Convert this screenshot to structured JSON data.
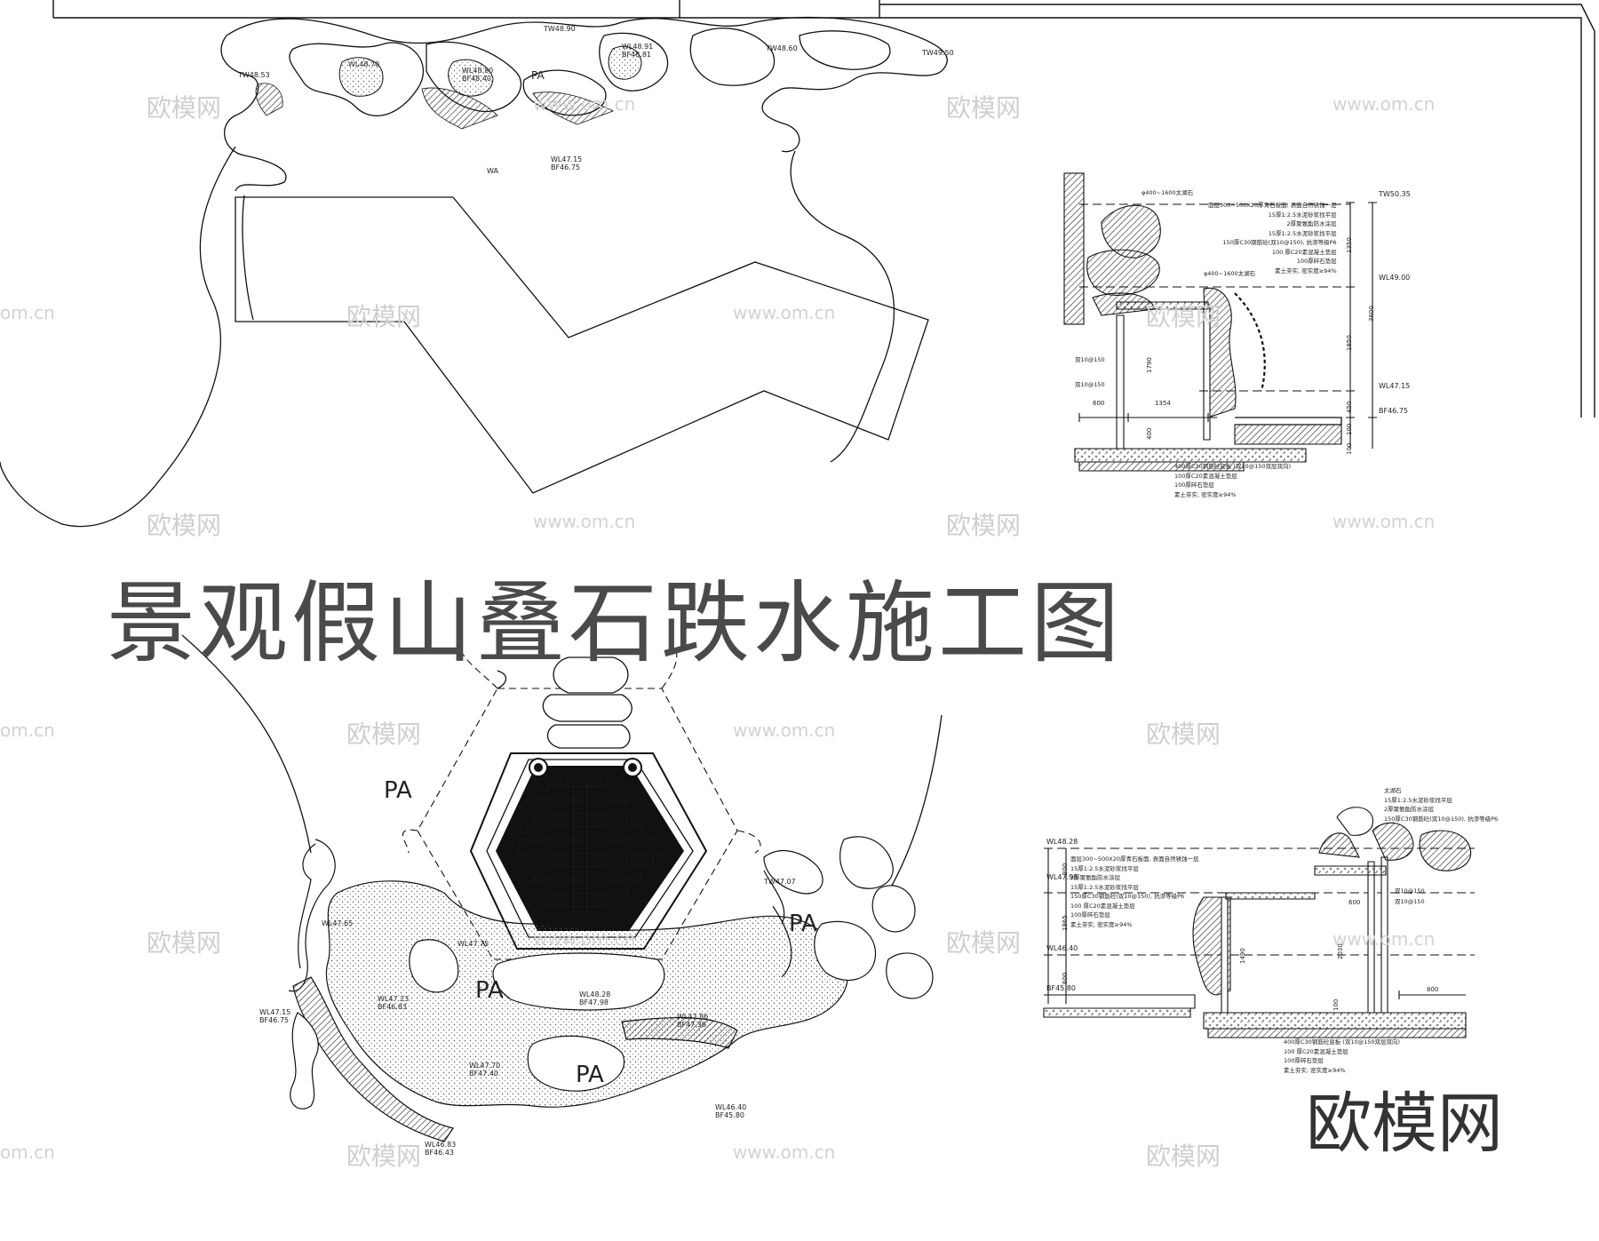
{
  "title": "景观假山叠石跌水施工图",
  "brand": "欧模网",
  "watermark": {
    "cn": "欧模网",
    "url": "www.om.cn",
    "url_short": "om.cn"
  },
  "plan_top": {
    "pa_label": "PA",
    "wa_label": "WA",
    "center_level": {
      "wl": "WL47.15",
      "bf": "BF46.75"
    },
    "levels": [
      {
        "wl": "TW48.53",
        "bf": ""
      },
      {
        "wl": "WL48.70",
        "bf": ""
      },
      {
        "wl": "WL48.80",
        "bf": "BF48.40"
      },
      {
        "wl": "WL48.91",
        "bf": "BF48.81"
      },
      {
        "wl": "TW48.90",
        "bf": ""
      },
      {
        "wl": "TW48.60",
        "bf": ""
      },
      {
        "wl": "TW49.50",
        "bf": ""
      }
    ]
  },
  "plan_bottom": {
    "pa_labels": [
      "PA",
      "PA",
      "PA",
      "PA"
    ],
    "levels": [
      {
        "wl": "WL47.65",
        "bf": ""
      },
      {
        "wl": "WL47.75",
        "bf": ""
      },
      {
        "wl": "WL47.23",
        "bf": "BF46.83"
      },
      {
        "wl": "WL48.28",
        "bf": "BF47.98"
      },
      {
        "wl": "WL47.86",
        "bf": "BF47.36"
      },
      {
        "wl": "WL47.70",
        "bf": "BF47.40"
      },
      {
        "wl": "WL47.15",
        "bf": "BF46.75"
      },
      {
        "wl": "WL46.83",
        "bf": "BF46.43"
      },
      {
        "wl": "WL46.40",
        "bf": "BF45.80"
      },
      {
        "wl": "TW47.07",
        "bf": ""
      }
    ]
  },
  "section_a": {
    "top_note": "φ400~1600太湖石",
    "mid_note": "φ400~1600太湖石",
    "notes": [
      "面层300~500X20厚青石板面, 表面自然锈蚀一层",
      "15厚1:2.5水泥砂浆找平层",
      "2厚聚氨酯防水涂层",
      "15厚1:2.5水泥砂浆找平层",
      "150厚C30钢筋砼(双10@150), 抗渗等级P6",
      "100 厚C20素混凝土垫层",
      "100厚碎石垫层",
      "素土夯实, 密实度≥94%"
    ],
    "bottom_notes": [
      "400厚C30钢筋砼底板 (双10@150双层双向)",
      "100厚C20素混凝土垫层",
      "100厚碎石垫层",
      "素土夯实, 密实度≥94%"
    ],
    "levels": [
      "TW50.35",
      "WL49.00",
      "WL47.15",
      "BF46.75"
    ],
    "rebar": [
      "双10@150",
      "双10@150"
    ],
    "dims": [
      "1350",
      "3600",
      "1850",
      "1790",
      "450",
      "400",
      "600",
      "1354",
      "100",
      "100"
    ]
  },
  "section_b": {
    "levels": [
      "WL48.28",
      "WL47.98",
      "WL46.40",
      "BF45.80"
    ],
    "notes_right": [
      "太湖石",
      "15厚1:2.5水泥砂浆找平层",
      "2厚聚氨酯防水涂层",
      "150厚C30钢筋砼(双10@150), 抗渗等级P6"
    ],
    "notes_left": [
      "面层300~500X20厚青石板面, 表面自然锈蚀一层",
      "15厚1:2.5水泥砂浆找平层",
      "2厚聚氨酯防水涂层",
      "15厚1:2.5水泥砂浆找平层",
      "150厚C30钢筋砼(双10@150), 抗渗等级P6",
      "100 厚C20素混凝土垫层",
      "100厚碎石垫层",
      "素土夯实, 密实度≥94%"
    ],
    "bottom_notes": [
      "400厚C30钢筋砼底板 (双10@150双层双向)",
      "100 厚C20素混凝土垫层",
      "100厚碎石垫层",
      "素土夯实, 密实度≥94%"
    ],
    "rebar": [
      "双10@150",
      "双10@150"
    ],
    "dims": [
      "300",
      "600",
      "1490",
      "2030",
      "1865",
      "600",
      "100",
      "800"
    ]
  },
  "colors": {
    "line": "#111111",
    "title": "#4a4a4a",
    "watermark": "#cfcfcf"
  }
}
